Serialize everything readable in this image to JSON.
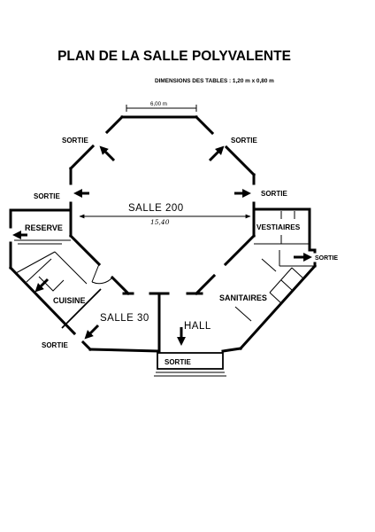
{
  "title": "PLAN DE LA SALLE POLYVALENTE",
  "subtitle": "DIMENSIONS DES TABLES : 1,20 m x 0,80 m",
  "dimensions": {
    "top_wall": "6,00 m",
    "salle_200_width": "15,40"
  },
  "rooms": {
    "salle_200": "SALLE 200",
    "reserve": "RESERVE",
    "vestiaires": "VESTIAIRES",
    "cuisine": "CUISINE",
    "salle_30": "SALLE 30",
    "hall": "HALL",
    "sanitaires": "SANITAIRES"
  },
  "exits": {
    "upper_left": "SORTIE",
    "upper_right": "SORTIE",
    "left": "SORTIE",
    "right": "SORTIE",
    "vestiaires_side": "SORTIE",
    "lower_left": "SORTIE",
    "main_entrance": "SORTIE"
  },
  "colors": {
    "ink": "#000000",
    "paper": "#ffffff"
  }
}
